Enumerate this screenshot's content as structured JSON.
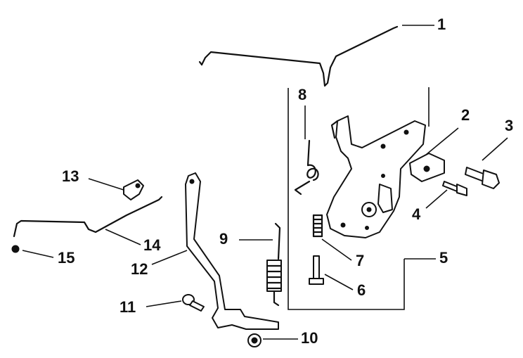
{
  "diagram": {
    "callouts": [
      {
        "id": "1",
        "text": "1"
      },
      {
        "id": "2",
        "text": "2"
      },
      {
        "id": "3",
        "text": "3"
      },
      {
        "id": "4",
        "text": "4"
      },
      {
        "id": "5",
        "text": "5"
      },
      {
        "id": "6",
        "text": "6"
      },
      {
        "id": "7",
        "text": "7"
      },
      {
        "id": "8",
        "text": "8"
      },
      {
        "id": "9",
        "text": "9"
      },
      {
        "id": "10",
        "text": "10"
      },
      {
        "id": "11",
        "text": "11"
      },
      {
        "id": "12",
        "text": "12"
      },
      {
        "id": "13",
        "text": "13"
      },
      {
        "id": "14",
        "text": "14"
      },
      {
        "id": "15",
        "text": "15"
      }
    ],
    "line_color": "#111111",
    "background": "#ffffff"
  }
}
